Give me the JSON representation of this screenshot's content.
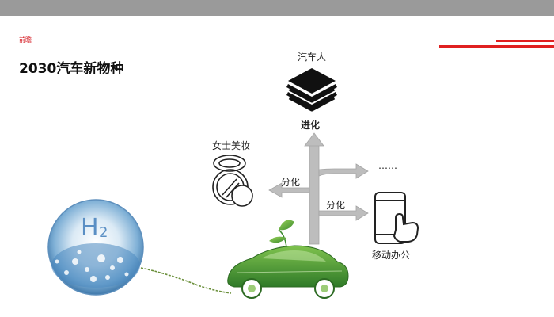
{
  "header": {
    "section_label": "前瞻",
    "title": "2030汽车新物种"
  },
  "diagram": {
    "top_label": "汽车人",
    "evolve_label": "进化",
    "left_label": "女士美妆",
    "branch_left": "分化",
    "branch_right": "分化",
    "ellipsis": "……",
    "phone_label": "移动办公",
    "h2_text": "H",
    "h2_sub": "2"
  },
  "colors": {
    "accent_red": "#e02020",
    "arrow_gray": "#b5b5b5",
    "leaf_green": "#4a9a3a"
  }
}
